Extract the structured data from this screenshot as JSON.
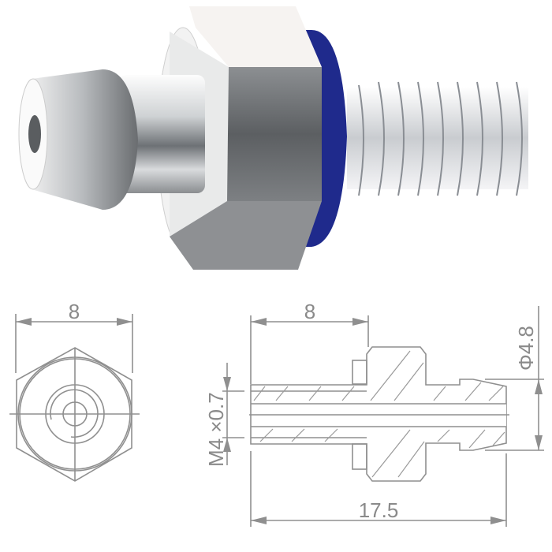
{
  "drawing": {
    "front_view": {
      "width_dim": "8"
    },
    "side_view": {
      "hex_offset_dim": "8",
      "outer_diameter_dim": "Φ4.8",
      "thread_dim": "M4 ×0.7",
      "overall_length_dim": "17.5"
    }
  },
  "colors": {
    "line": "#8f8f8f",
    "washer": "#1f2a8c",
    "metal": "#b8bcc0"
  }
}
